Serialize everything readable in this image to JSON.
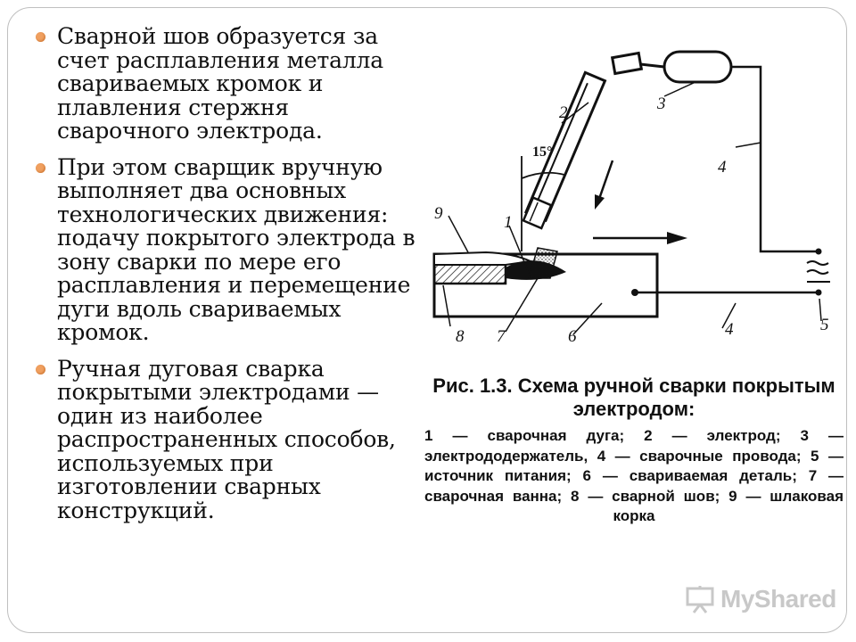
{
  "slide": {
    "bullets": [
      "Сварной шов образуется за счет расплавления металла свариваемых кромок и плавления стержня сварочного электрода.",
      "При этом сварщик вручную выполняет два основных технологических движения: подачу покрытого электрода в зону сварки по мере его расплавления и перемещение дуги вдоль свариваемых кромок.",
      "Ручная дуговая сварка покрытыми электродами — один из наиболее распространенных способов, используемых при изготовлении сварных конструкций."
    ],
    "bullet_color": "#f0a060"
  },
  "figure": {
    "angle_label": "15°",
    "labels": {
      "l1": "1",
      "l2": "2",
      "l3": "3",
      "l4a": "4",
      "l4b": "4",
      "l5": "5",
      "l6": "6",
      "l7": "7",
      "l8": "8",
      "l9": "9"
    }
  },
  "caption": {
    "title": "Рис. 1.3. Схема ручной сварки покрытым электродом:",
    "legend": "1 — сварочная дуга; 2 — электрод; 3 — электрододержатель, 4 — сварочные провода; 5 — источник питания; 6 — свариваемая деталь; 7 — сварочная ванна; 8 — сварной шов; 9 — шлаковая корка"
  },
  "watermark": {
    "text": "MyShared",
    "icon": "projector-screen-icon"
  }
}
